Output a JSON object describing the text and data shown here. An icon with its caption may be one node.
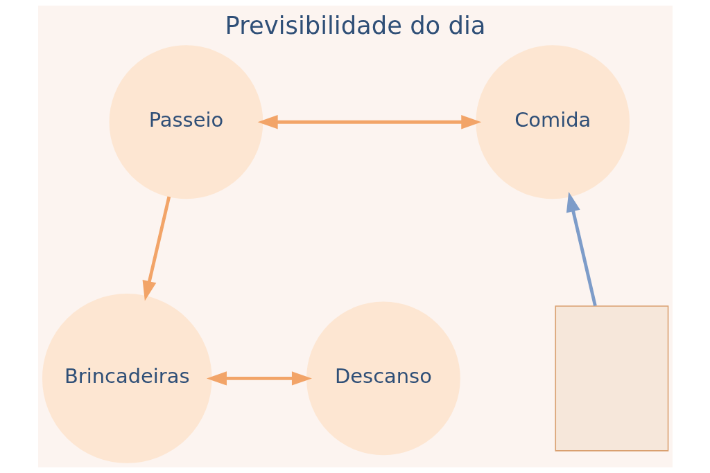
{
  "diagram": {
    "title": "Previsibilidade do dia",
    "nodes": [
      {
        "text": [
          "Passeio"
        ]
      },
      {
        "text": [
          "Comida"
        ]
      },
      {
        "text": [
          "Brincadeiras"
        ]
      },
      {
        "text": [
          "Descanso"
        ]
      },
      {
        "text": [],
        "shape": "box"
      }
    ],
    "edges": [
      {
        "from": 0,
        "to": 1,
        "arrow": "both"
      },
      {
        "from": 0,
        "to": 2,
        "arrow": "to"
      },
      {
        "from": 2,
        "to": 3,
        "arrow": "both"
      },
      {
        "from": 4,
        "to": 1,
        "arrow": "to",
        "color": "#7d9cc9"
      }
    ]
  }
}
